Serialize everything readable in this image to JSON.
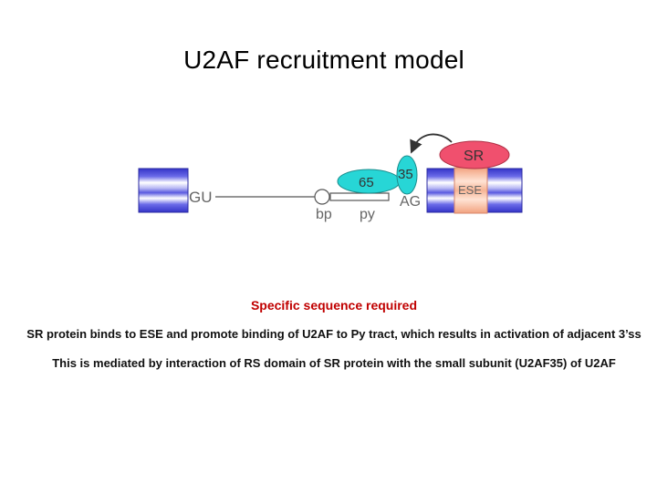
{
  "title": "U2AF recruitment model",
  "diagram": {
    "labels": {
      "gu": "GU",
      "bp": "bp",
      "py": "py",
      "ag": "AG",
      "u2af65": "65",
      "u2af35": "35",
      "sr": "SR",
      "ese": "ESE"
    },
    "colors": {
      "exon_blue": "#3b3bd6",
      "u2af": "#27d6d6",
      "sr": "#f0506e",
      "ese": "#f6b495"
    }
  },
  "text": {
    "heading": "Specific sequence required",
    "line1": "SR protein binds to ESE and promote binding of U2AF to Py tract, which results in activation of adjacent 3’ss",
    "line2": "This is mediated by interaction of RS domain of SR protein with the small subunit (U2AF35) of U2AF"
  }
}
